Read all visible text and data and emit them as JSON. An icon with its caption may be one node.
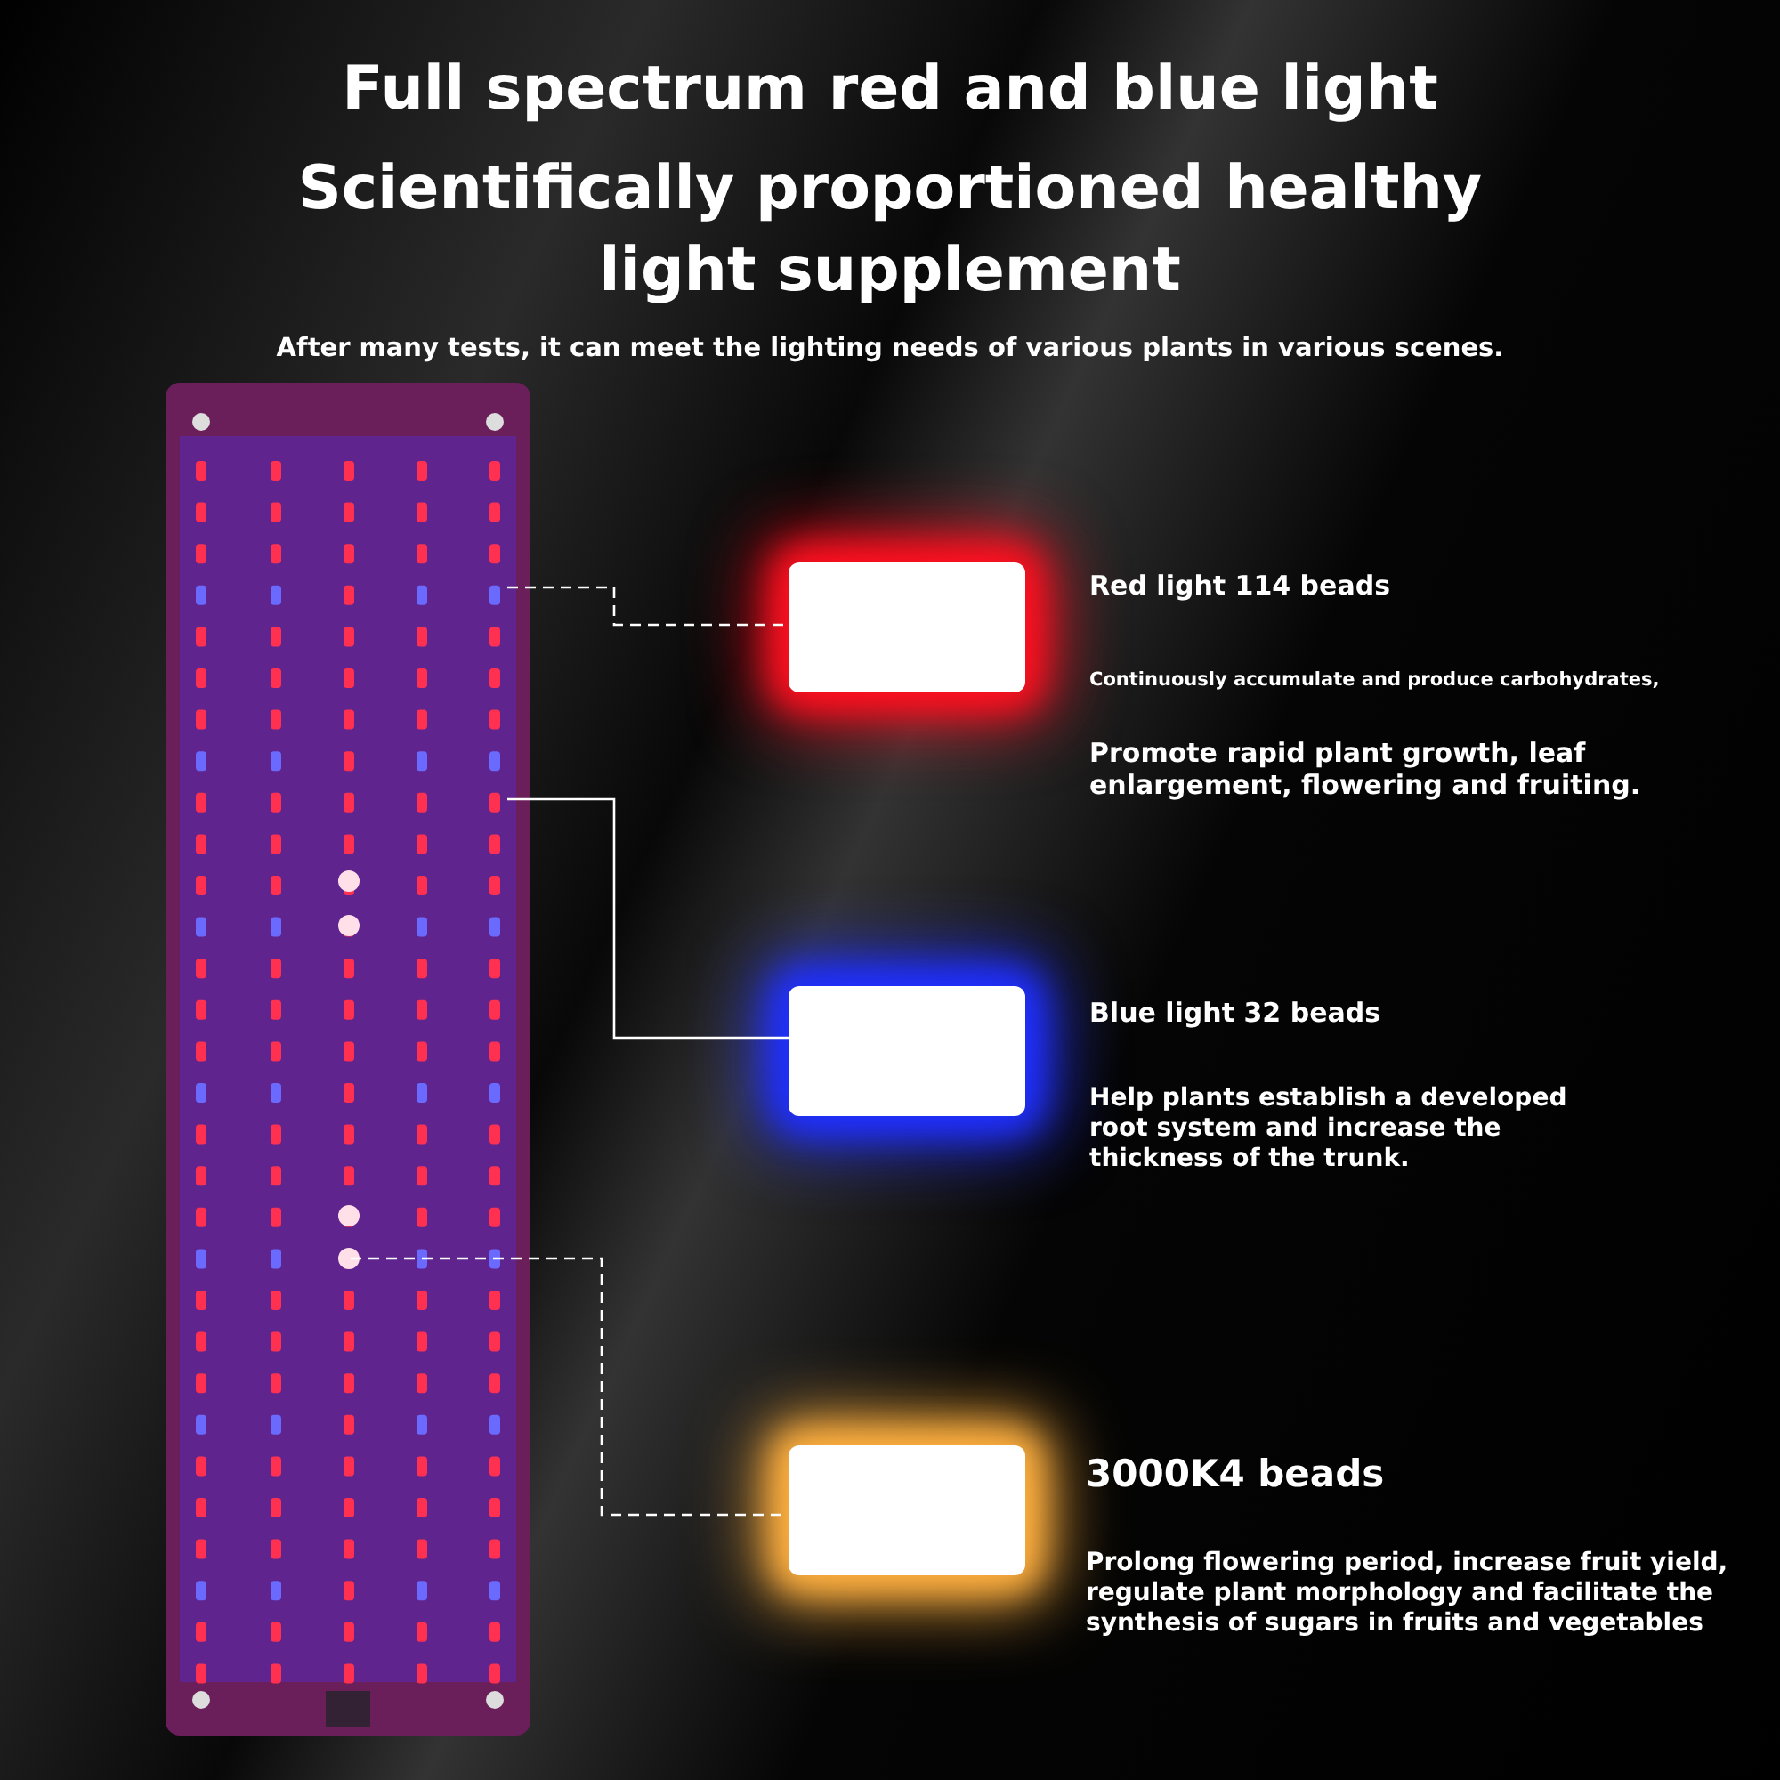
{
  "diagram": {
    "title": "Full spectrum red and blue light",
    "nodes": [
      {
        "text": [],
        "shape": "picture"
      },
      {
        "text": [],
        "shape": "box",
        "beside": [
          "Red light 114 beads",
          "Continuously accumulate and produce carbohydrates,",
          "Promote rapid plant growth, leaf enlargement, flowering and fruiting."
        ]
      },
      {
        "text": [],
        "shape": "box",
        "beside": [
          "Blue light 32 beads",
          "Help plants establish a developed root system and increase the thickness of the trunk."
        ]
      },
      {
        "text": [],
        "shape": "box",
        "beside": [
          "3000K4 beads",
          "Prolong flowering period, increase fruit yield, regulate plant morphology and facilitate the synthesis of sugars in fruits and vegetables"
        ]
      }
    ],
    "edges": [
      {
        "from": 0,
        "to": 1,
        "arrow": "none",
        "style": "dashed"
      },
      {
        "from": 0,
        "to": 2,
        "arrow": "none"
      },
      {
        "from": 0,
        "to": 3,
        "arrow": "none",
        "style": "dashed"
      }
    ],
    "labels": [
      "Scientifically proportioned healthy light supplement",
      "After many tests, it can meet the lighting needs of various plants in various scenes."
    ]
  }
}
